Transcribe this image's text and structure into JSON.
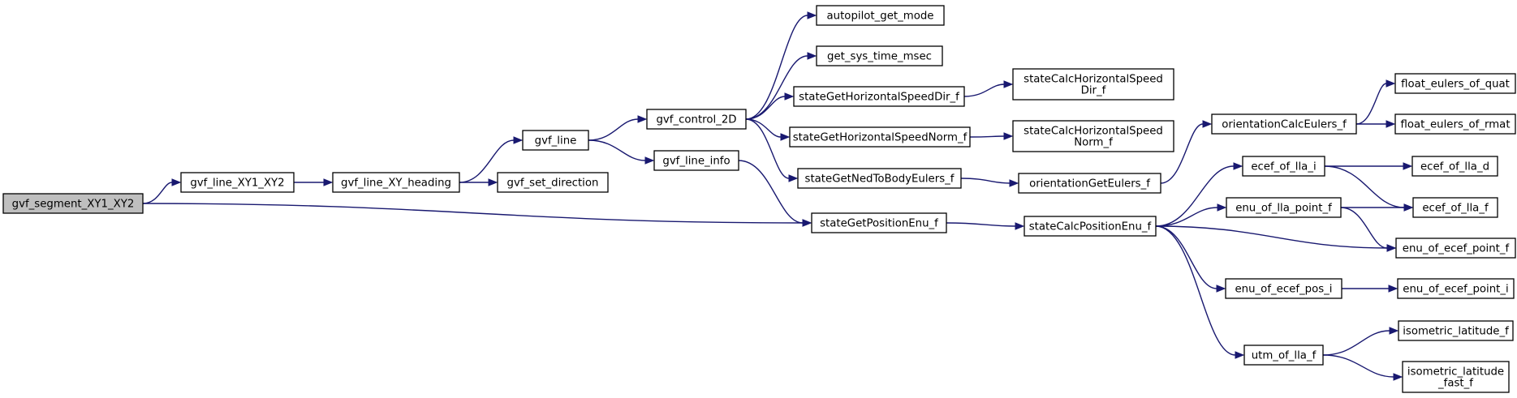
{
  "colors": {
    "edge": "#191970",
    "root_fill": "#bfbfbf",
    "node_fill": "#ffffff",
    "node_border": "#000000"
  },
  "nodes": {
    "gvf_segment_XY1_XY2": [
      "gvf_segment_XY1_XY2"
    ],
    "gvf_line_XY1_XY2": [
      "gvf_line_XY1_XY2"
    ],
    "gvf_line_XY_heading": [
      "gvf_line_XY_heading"
    ],
    "gvf_line": [
      "gvf_line"
    ],
    "gvf_set_direction": [
      "gvf_set_direction"
    ],
    "gvf_control_2D": [
      "gvf_control_2D"
    ],
    "gvf_line_info": [
      "gvf_line_info"
    ],
    "autopilot_get_mode": [
      "autopilot_get_mode"
    ],
    "get_sys_time_msec": [
      "get_sys_time_msec"
    ],
    "stateGetHorizontalSpeedDir_f": [
      "stateGetHorizontalSpeedDir_f"
    ],
    "stateGetHorizontalSpeedNorm_f": [
      "stateGetHorizontalSpeedNorm_f"
    ],
    "stateGetNedToBodyEulers_f": [
      "stateGetNedToBodyEulers_f"
    ],
    "stateGetPositionEnu_f": [
      "stateGetPositionEnu_f"
    ],
    "stateCalcHorizontalSpeedDir_f": [
      "stateCalcHorizontalSpeed",
      "Dir_f"
    ],
    "stateCalcHorizontalSpeedNorm_f": [
      "stateCalcHorizontalSpeed",
      "Norm_f"
    ],
    "orientationGetEulers_f": [
      "orientationGetEulers_f"
    ],
    "stateCalcPositionEnu_f": [
      "stateCalcPositionEnu_f"
    ],
    "orientationCalcEulers_f": [
      "orientationCalcEulers_f"
    ],
    "ecef_of_lla_i": [
      "ecef_of_lla_i"
    ],
    "enu_of_lla_point_f": [
      "enu_of_lla_point_f"
    ],
    "enu_of_ecef_pos_i": [
      "enu_of_ecef_pos_i"
    ],
    "utm_of_lla_f": [
      "utm_of_lla_f"
    ],
    "float_eulers_of_quat": [
      "float_eulers_of_quat"
    ],
    "float_eulers_of_rmat": [
      "float_eulers_of_rmat"
    ],
    "ecef_of_lla_d": [
      "ecef_of_lla_d"
    ],
    "ecef_of_lla_f": [
      "ecef_of_lla_f"
    ],
    "enu_of_ecef_point_f": [
      "enu_of_ecef_point_f"
    ],
    "enu_of_ecef_point_i": [
      "enu_of_ecef_point_i"
    ],
    "isometric_latitude_f": [
      "isometric_latitude_f"
    ],
    "isometric_latitude_fast_f": [
      "isometric_latitude",
      "_fast_f"
    ]
  },
  "root": "gvf_segment_XY1_XY2",
  "edges": [
    [
      "gvf_segment_XY1_XY2",
      "gvf_line_XY1_XY2"
    ],
    [
      "gvf_segment_XY1_XY2",
      "stateGetPositionEnu_f"
    ],
    [
      "gvf_line_XY1_XY2",
      "gvf_line_XY_heading"
    ],
    [
      "gvf_line_XY_heading",
      "gvf_line"
    ],
    [
      "gvf_line_XY_heading",
      "gvf_set_direction"
    ],
    [
      "gvf_line",
      "gvf_control_2D"
    ],
    [
      "gvf_line",
      "gvf_line_info"
    ],
    [
      "gvf_control_2D",
      "autopilot_get_mode"
    ],
    [
      "gvf_control_2D",
      "get_sys_time_msec"
    ],
    [
      "gvf_control_2D",
      "stateGetHorizontalSpeedDir_f"
    ],
    [
      "gvf_control_2D",
      "stateGetHorizontalSpeedNorm_f"
    ],
    [
      "gvf_control_2D",
      "stateGetNedToBodyEulers_f"
    ],
    [
      "gvf_line_info",
      "stateGetPositionEnu_f"
    ],
    [
      "stateGetHorizontalSpeedDir_f",
      "stateCalcHorizontalSpeedDir_f"
    ],
    [
      "stateGetHorizontalSpeedNorm_f",
      "stateCalcHorizontalSpeedNorm_f"
    ],
    [
      "stateGetNedToBodyEulers_f",
      "orientationGetEulers_f"
    ],
    [
      "stateGetPositionEnu_f",
      "stateCalcPositionEnu_f"
    ],
    [
      "orientationGetEulers_f",
      "orientationCalcEulers_f"
    ],
    [
      "orientationCalcEulers_f",
      "float_eulers_of_quat"
    ],
    [
      "orientationCalcEulers_f",
      "float_eulers_of_rmat"
    ],
    [
      "stateCalcPositionEnu_f",
      "ecef_of_lla_i"
    ],
    [
      "stateCalcPositionEnu_f",
      "enu_of_lla_point_f"
    ],
    [
      "stateCalcPositionEnu_f",
      "enu_of_ecef_point_f"
    ],
    [
      "stateCalcPositionEnu_f",
      "enu_of_ecef_pos_i"
    ],
    [
      "stateCalcPositionEnu_f",
      "utm_of_lla_f"
    ],
    [
      "ecef_of_lla_i",
      "ecef_of_lla_d"
    ],
    [
      "ecef_of_lla_i",
      "ecef_of_lla_f"
    ],
    [
      "enu_of_lla_point_f",
      "ecef_of_lla_f"
    ],
    [
      "enu_of_lla_point_f",
      "enu_of_ecef_point_f"
    ],
    [
      "enu_of_ecef_pos_i",
      "enu_of_ecef_point_i"
    ],
    [
      "utm_of_lla_f",
      "isometric_latitude_f"
    ],
    [
      "utm_of_lla_f",
      "isometric_latitude_fast_f"
    ]
  ]
}
